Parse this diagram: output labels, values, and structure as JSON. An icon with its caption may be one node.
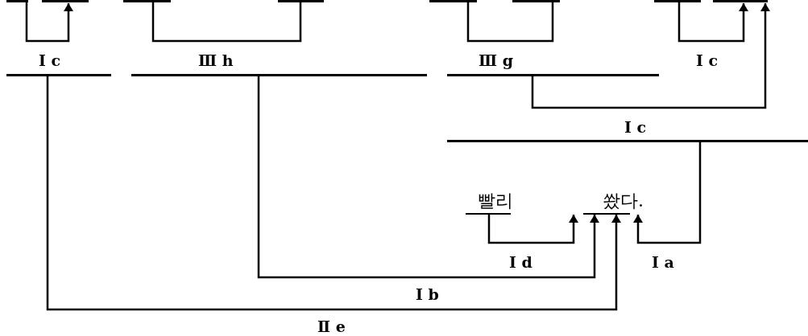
{
  "diagram": {
    "nodes": [
      {
        "text": [],
        "shape": "bar"
      },
      {
        "text": [],
        "shape": "bar"
      },
      {
        "text": [],
        "shape": "bar"
      },
      {
        "text": [],
        "shape": "bar"
      },
      {
        "text": [],
        "shape": "bar"
      },
      {
        "text": [],
        "shape": "bar"
      },
      {
        "text": [],
        "shape": "bar"
      },
      {
        "text": [],
        "shape": "bar"
      },
      {
        "text": [],
        "shape": "bar"
      },
      {
        "text": [],
        "shape": "bar"
      },
      {
        "text": [],
        "shape": "bar"
      },
      {
        "text": [],
        "shape": "bar"
      },
      {
        "text": [
          "빨리"
        ]
      },
      {
        "text": [
          "쐈다."
        ]
      }
    ],
    "edges": [
      {
        "from": 0,
        "to": 1,
        "arrow": "to",
        "label": "Ⅰ c"
      },
      {
        "from": 2,
        "to": 3,
        "arrow": "none",
        "label": "Ⅲ h"
      },
      {
        "from": 4,
        "to": 5,
        "arrow": "none",
        "label": "Ⅲ g"
      },
      {
        "from": 6,
        "to": 7,
        "arrow": "to",
        "label": "Ⅰ c"
      },
      {
        "from": 10,
        "to": 7,
        "arrow": "to",
        "label": "Ⅰ c"
      },
      {
        "from": 12,
        "to": 13,
        "arrow": "to",
        "label": "Ⅰ d"
      },
      {
        "from": 9,
        "to": 13,
        "arrow": "to",
        "label": "Ⅰ b"
      },
      {
        "from": 8,
        "to": 13,
        "arrow": "to",
        "label": "Ⅱ e"
      },
      {
        "from": 11,
        "to": 13,
        "arrow": "to",
        "label": "Ⅰ a"
      }
    ]
  }
}
